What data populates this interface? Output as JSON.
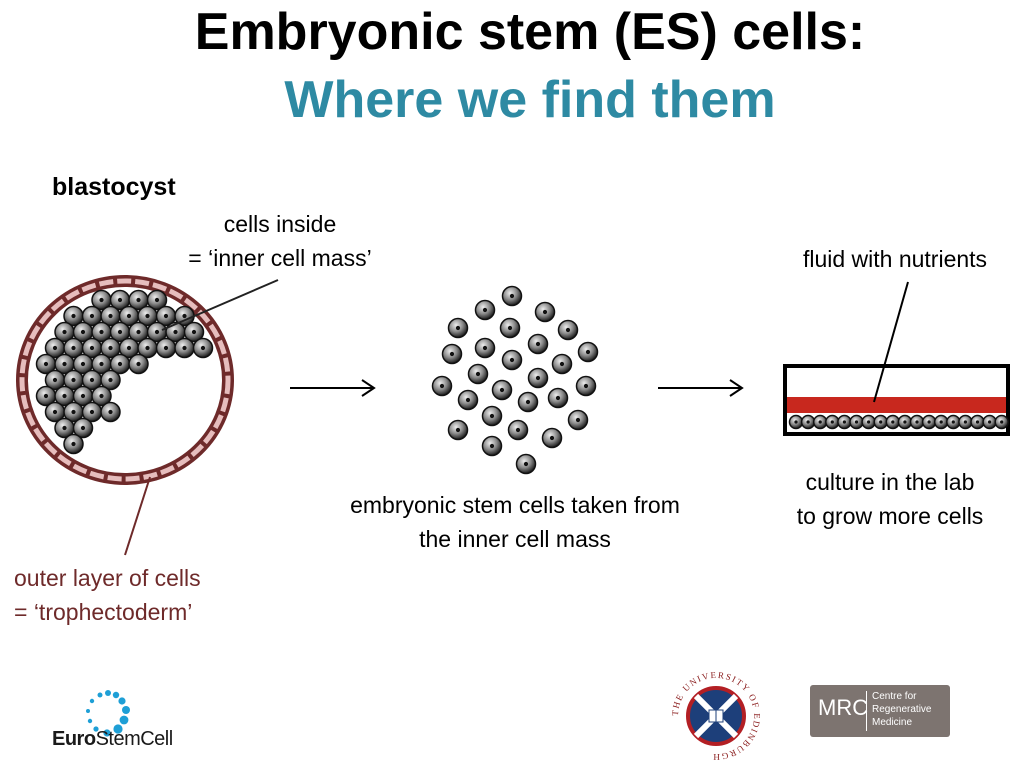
{
  "title": {
    "line1": "Embryonic stem (ES) cells:",
    "line2": "Where we find them",
    "line2_color": "#2e8aa3"
  },
  "labels": {
    "blastocyst": "blastocyst",
    "inner_cell_mass_line1": "cells inside",
    "inner_cell_mass_line2": "= ‘inner cell mass’",
    "fluid": "fluid with nutrients",
    "es_cells_line1": "embryonic stem cells taken from",
    "es_cells_line2": "the inner cell mass",
    "culture_line1": "culture in the lab",
    "culture_line2": "to grow more cells",
    "outer_line1": "outer layer of cells",
    "outer_line2": "= ‘trophectoderm’"
  },
  "colors": {
    "trophectoderm": "#6e2a2a",
    "outer_label": "#6e2a2a",
    "nutrient_fluid": "#c8281e",
    "cell_fill": "#555555"
  },
  "logos": {
    "eurostemcell_part1": "Euro",
    "eurostemcell_part2": "StemCell",
    "uoe_seal_text": "THE UNIVERSITY OF EDINBURGH",
    "mrc_abbr": "MRC",
    "mrc_name_line1": "Centre for",
    "mrc_name_line2": "Regenerative",
    "mrc_name_line3": "Medicine"
  }
}
